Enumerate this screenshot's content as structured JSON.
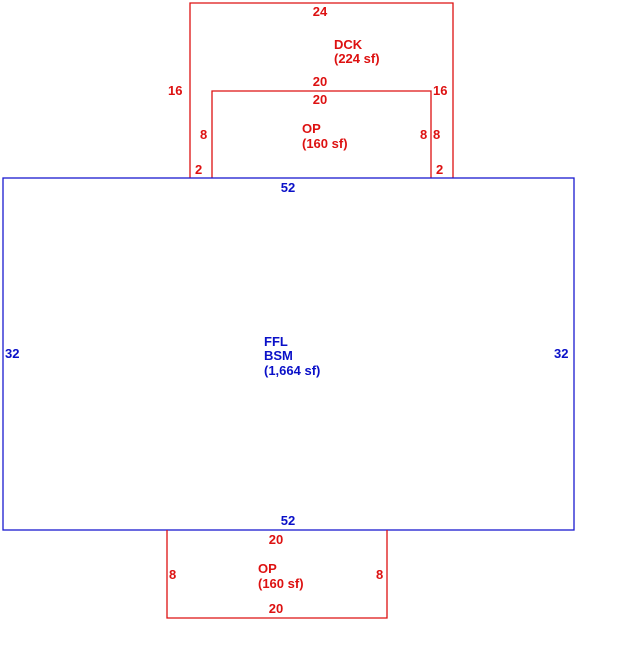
{
  "colors": {
    "main": "#1a1ad0",
    "addition": "#dd1111"
  },
  "sketch": {
    "main": {
      "code": "FFL",
      "type": "BSM",
      "area": "(1,664 sf)",
      "top": "52",
      "bottom": "52",
      "left": "32",
      "right": "32"
    },
    "deck": {
      "code": "DCK",
      "area": "(224 sf)",
      "top": "24",
      "left": "16",
      "right": "16",
      "left_notch": "2",
      "right_notch": "2"
    },
    "porch_top": {
      "code": "OP",
      "area": "(160 sf)",
      "top_outer": "20",
      "top_inner": "20",
      "left": "8",
      "right_inner": "8",
      "right_outer": "8"
    },
    "porch_bottom": {
      "code": "OP",
      "area": "(160 sf)",
      "top": "20",
      "bottom": "20",
      "left": "8",
      "right": "8"
    }
  }
}
